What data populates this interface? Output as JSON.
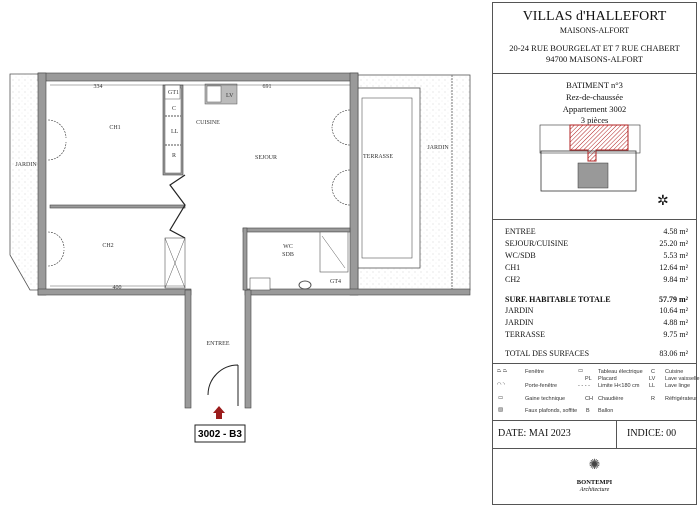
{
  "header": {
    "project": "VILLAS d'HALLEFORT",
    "city": "MAISONS-ALFORT",
    "address_line1": "20-24 RUE BOURGELAT ET 7 RUE CHABERT",
    "address_line2": "94700 MAISONS-ALFORT"
  },
  "unit": {
    "building": "BATIMENT n°3",
    "floor": "Rez-de-chaussée",
    "apartment": "Appartement 3002",
    "rooms": "3 pièces"
  },
  "surfaces": [
    {
      "name": "ENTREE",
      "area": "4.58 m²"
    },
    {
      "name": "SEJOUR/CUISINE",
      "area": "25.20 m²"
    },
    {
      "name": "WC/SDB",
      "area": "5.53 m²"
    },
    {
      "name": "CH1",
      "area": "12.64 m²"
    },
    {
      "name": "CH2",
      "area": "9.84 m²"
    }
  ],
  "total_habitable": {
    "name": "SURF. HABITABLE TOTALE",
    "area": "57.79 m²"
  },
  "exterior": [
    {
      "name": "JARDIN",
      "area": "10.64 m²"
    },
    {
      "name": "JARDIN",
      "area": "4.88 m²"
    },
    {
      "name": "TERRASSE",
      "area": "9.75 m²"
    }
  ],
  "total": {
    "name": "TOTAL DES SURFACES",
    "area": "83.06 m²"
  },
  "legend": {
    "fenetre": "Fenêtre",
    "porte_fenetre": "Porte-fenêtre",
    "gaine": "Gaine technique",
    "faux_plafonds": "Faux plafonds, soffite",
    "tableau": "Tableau électrique",
    "pl": "PL",
    "placard": "Placard",
    "limite": "Limite H<180 cm",
    "ch": "CH",
    "chaudiere": "Chaudière",
    "b": "B",
    "ballon": "Ballon",
    "c": "C",
    "cuisine": "Cuisine",
    "lv": "LV",
    "lave_vaisselle": "Lave vaisselle",
    "ll": "LL",
    "lave_linge": "Lave linge",
    "r": "R",
    "refrigerateur": "Réfrigérateur"
  },
  "footer": {
    "date": "DATE:  MAI 2023",
    "indice": "INDICE:  00",
    "architect": "BONTEMPI",
    "architect_sub": "Architecture"
  },
  "plan": {
    "rooms": {
      "ch1": "CH1",
      "ch2": "CH2",
      "cuisine": "CUISINE",
      "sejour": "SEJOUR",
      "terrasse": "TERRASSE",
      "jardin_left": "JARDIN",
      "jardin_right": "JARDIN",
      "wc": "WC",
      "sdb": "SDB",
      "entree": "ENTREE"
    },
    "dims": {
      "d1": "334",
      "d2": "691",
      "d3": "400"
    },
    "fixtures": {
      "gt": "GT1",
      "gt2": "GT4",
      "c": "C",
      "ll": "LL",
      "r": "R",
      "lv": "LV"
    },
    "unit_tag": "3002 - B3"
  },
  "colors": {
    "wall": "#9a9a9a",
    "highlight": "#b22222",
    "arrow": "#9b1c1c"
  }
}
